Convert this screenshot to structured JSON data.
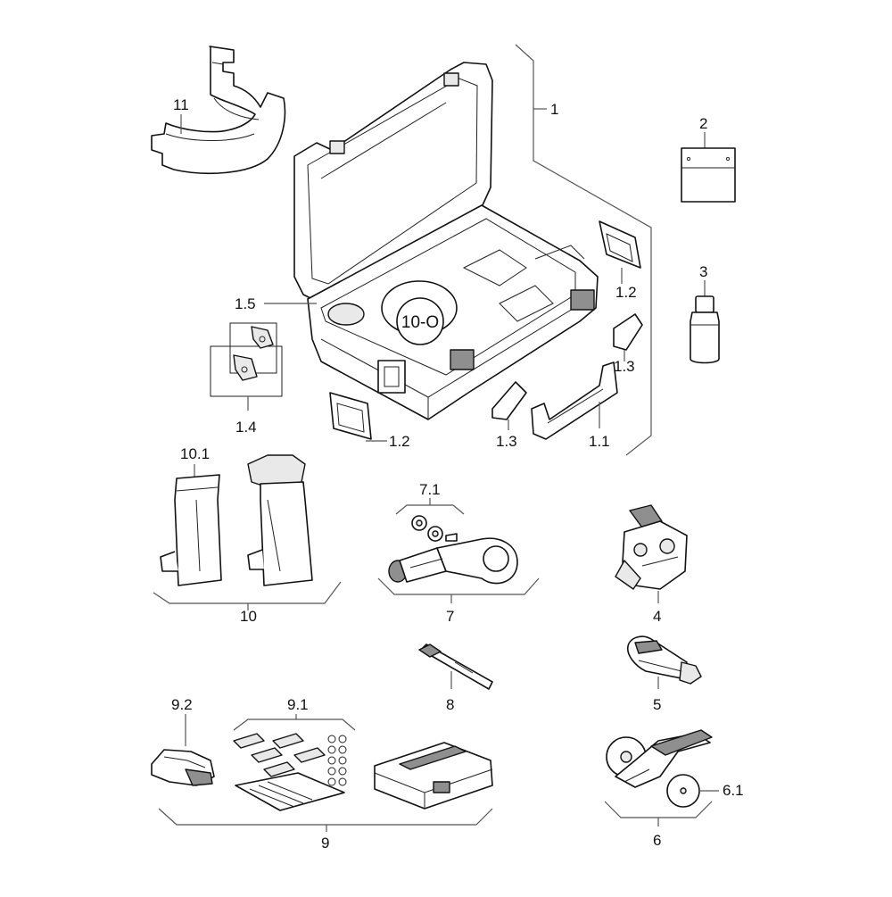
{
  "labels": {
    "l1": "1",
    "l1_1": "1.1",
    "l1_2a": "1.2",
    "l1_2b": "1.2",
    "l1_3a": "1.3",
    "l1_3b": "1.3",
    "l1_4": "1.4",
    "l1_5": "1.5",
    "l2": "2",
    "l3": "3",
    "l4": "4",
    "l5": "5",
    "l6": "6",
    "l6_1": "6.1",
    "l7": "7",
    "l7_1": "7.1",
    "l8": "8",
    "l9": "9",
    "l9_1": "9.1",
    "l9_2": "9.2",
    "l10": "10",
    "l10_1": "10.1",
    "l10_o": "10-O",
    "l11": "11"
  }
}
